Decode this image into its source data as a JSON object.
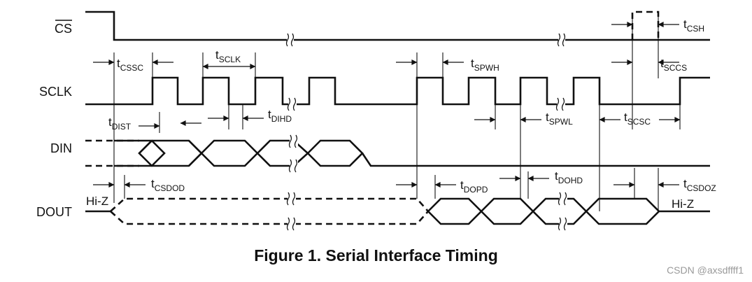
{
  "signals": {
    "cs": "CS",
    "sclk": "SCLK",
    "din": "DIN",
    "dout": "DOUT"
  },
  "params": {
    "cssc": {
      "t": "t",
      "sub": "CSSC"
    },
    "sclk": {
      "t": "t",
      "sub": "SCLK"
    },
    "spwh": {
      "t": "t",
      "sub": "SPWH"
    },
    "sccs": {
      "t": "t",
      "sub": "SCCS"
    },
    "csh": {
      "t": "t",
      "sub": "CSH"
    },
    "dist": {
      "t": "t",
      "sub": "DIST"
    },
    "dihd": {
      "t": "t",
      "sub": "DIHD"
    },
    "spwl": {
      "t": "t",
      "sub": "SPWL"
    },
    "scsc": {
      "t": "t",
      "sub": "SCSC"
    },
    "csdod": {
      "t": "t",
      "sub": "CSDOD"
    },
    "dopd": {
      "t": "t",
      "sub": "DOPD"
    },
    "dohd": {
      "t": "t",
      "sub": "DOHD"
    },
    "csdoz": {
      "t": "t",
      "sub": "CSDOZ"
    }
  },
  "states": {
    "hiz_left": "Hi-Z",
    "hiz_right": "Hi-Z"
  },
  "caption": "Figure 1.  Serial Interface Timing",
  "watermark": "CSDN @axsdffff1"
}
